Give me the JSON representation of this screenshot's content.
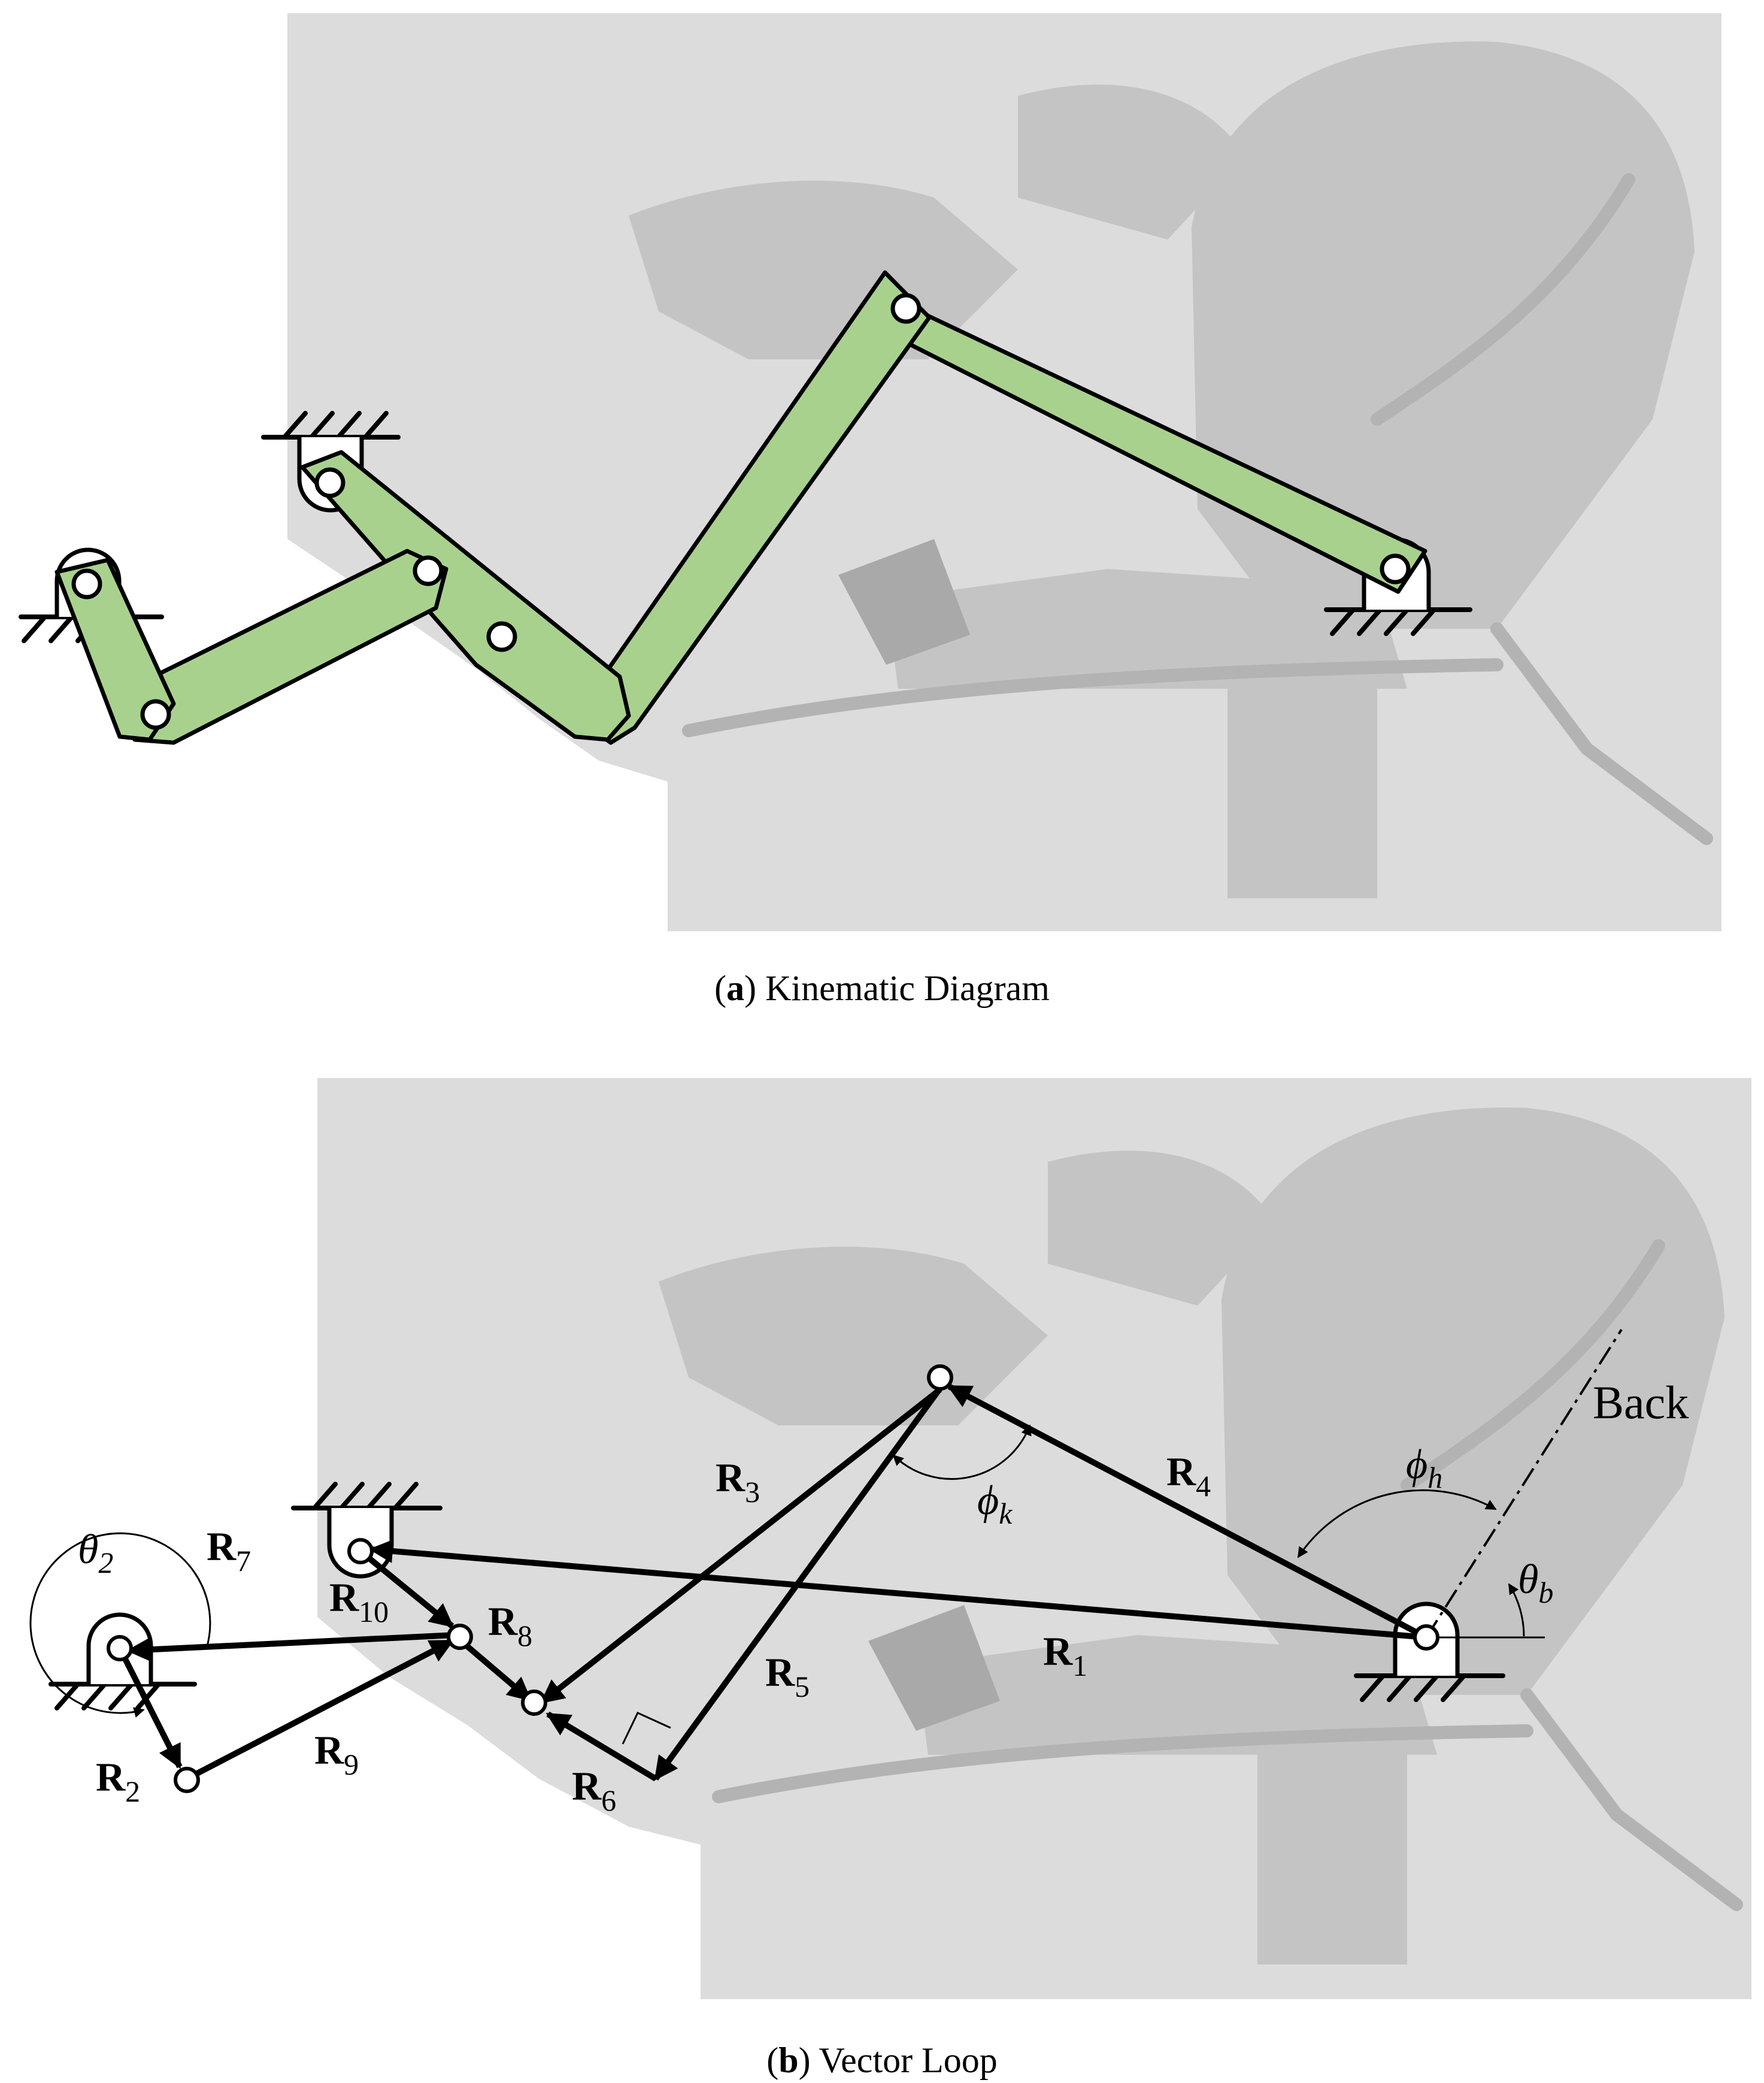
{
  "figure": {
    "panel_a": {
      "tag": "a",
      "caption": "Kinematic Diagram"
    },
    "panel_b": {
      "tag": "b",
      "caption": "Vector Loop",
      "vectors": [
        "R",
        "R",
        "R",
        "R",
        "R",
        "R",
        "R",
        "R",
        "R",
        "R"
      ],
      "vector_subscripts": [
        "1",
        "2",
        "3",
        "4",
        "5",
        "6",
        "7",
        "8",
        "9",
        "10"
      ],
      "angles": {
        "theta_2": {
          "symbol": "θ",
          "sub": "2"
        },
        "theta_b": {
          "symbol": "θ",
          "sub": "b"
        },
        "phi_h": {
          "symbol": "ϕ",
          "sub": "h"
        },
        "phi_k": {
          "symbol": "ϕ",
          "sub": "k"
        }
      },
      "back_label": "Back"
    }
  },
  "colors": {
    "link_fill": "#a9d18e",
    "photo_bg": "#dcdcdc",
    "outline": "#000000"
  }
}
